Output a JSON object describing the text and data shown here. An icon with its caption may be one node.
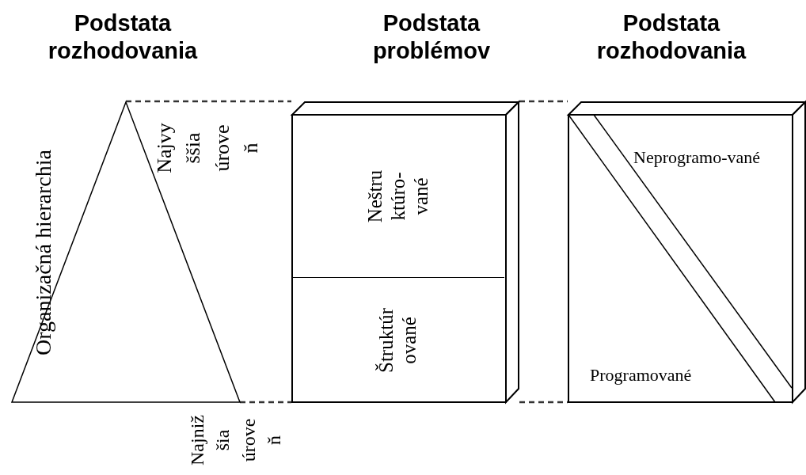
{
  "diagram": {
    "nodes": [
      {
        "text": [
          "Organizačná hierarchia"
        ]
      },
      {
        "text": [],
        "shape": "box"
      },
      {
        "text": [
          "Neštru ktúro-vané"
        ],
        "in": 1
      },
      {
        "text": [
          "Štruktúr ované"
        ],
        "in": 1
      },
      {
        "text": [],
        "shape": "box"
      },
      {
        "text": [
          "Neprogramo-vané"
        ],
        "in": 4
      },
      {
        "text": [
          "Programované"
        ],
        "in": 4
      }
    ],
    "edges": [
      {
        "from": 0,
        "to": 1,
        "arrow": "none",
        "style": "dashed"
      },
      {
        "from": 0,
        "to": 1,
        "arrow": "none",
        "style": "dashed"
      },
      {
        "from": 1,
        "to": 4,
        "arrow": "none",
        "style": "dashed"
      },
      {
        "from": 1,
        "to": 4,
        "arrow": "none",
        "style": "dashed"
      }
    ],
    "labels": [
      "Podstata rozhodovania",
      "Podstata problémov",
      "Podstata rozhodovania",
      "Najvy ššia úrove ň",
      "Najniž šia úrove ň"
    ]
  }
}
